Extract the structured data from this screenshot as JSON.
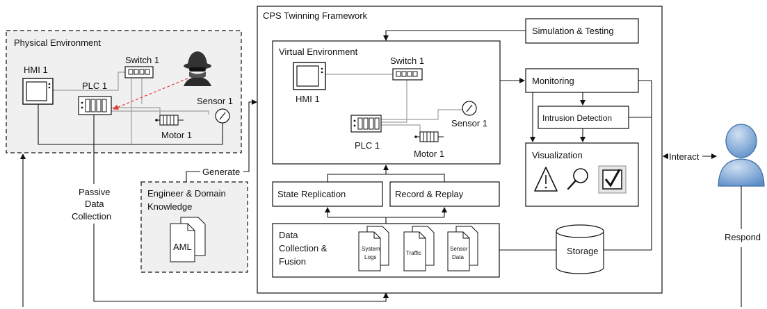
{
  "physical": {
    "title": "Physical Environment",
    "hmi": "HMI 1",
    "switch": "Switch 1",
    "plc": "PLC 1",
    "sensor": "Sensor 1",
    "motor": "Motor 1"
  },
  "passive": {
    "line1": "Passive",
    "line2": "Data",
    "line3": "Collection"
  },
  "generate": "Generate",
  "engineer": {
    "line1": "Engineer & Domain",
    "line2": "Knowledge",
    "doc": "AML"
  },
  "framework": {
    "title": "CPS Twinning Framework",
    "simulation": "Simulation & Testing",
    "virtual": {
      "title": "Virtual Environment",
      "hmi": "HMI 1",
      "switch": "Switch 1",
      "plc": "PLC 1",
      "sensor": "Sensor 1",
      "motor": "Motor 1"
    },
    "state_replication": "State Replication",
    "record_replay": "Record & Replay",
    "data_collection": {
      "line1": "Data",
      "line2": "Collection &",
      "line3": "Fusion"
    },
    "docs": {
      "system_logs_1": "System",
      "system_logs_2": "Logs",
      "traffic": "Traffic",
      "sensor_data_1": "Sensor",
      "sensor_data_2": "Data"
    },
    "monitoring": "Monitoring",
    "intrusion": "Intrusion Detection",
    "visualization": "Visualization",
    "storage": "Storage"
  },
  "interact": "Interact",
  "respond": "Respond",
  "icons": {
    "attacker": "attacker-icon",
    "user": "user-icon",
    "warning": "warning-icon",
    "magnifier": "magnifier-icon",
    "checkbox": "checkbox-icon"
  },
  "colors": {
    "attack_arrow": "#e53935",
    "user_fill": "#7fa8d6"
  }
}
